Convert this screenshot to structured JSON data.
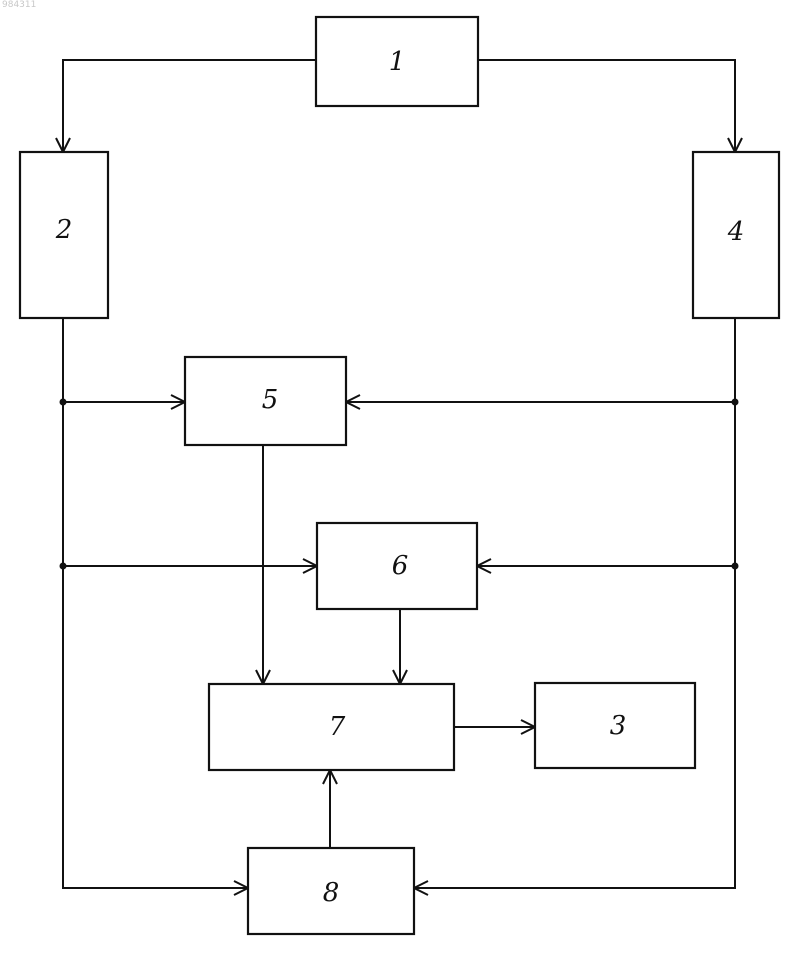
{
  "corner_id": "984311",
  "blocks": {
    "b1": "1",
    "b2": "2",
    "b3": "3",
    "b4": "4",
    "b5": "5",
    "b6": "6",
    "b7": "7",
    "b8": "8"
  }
}
